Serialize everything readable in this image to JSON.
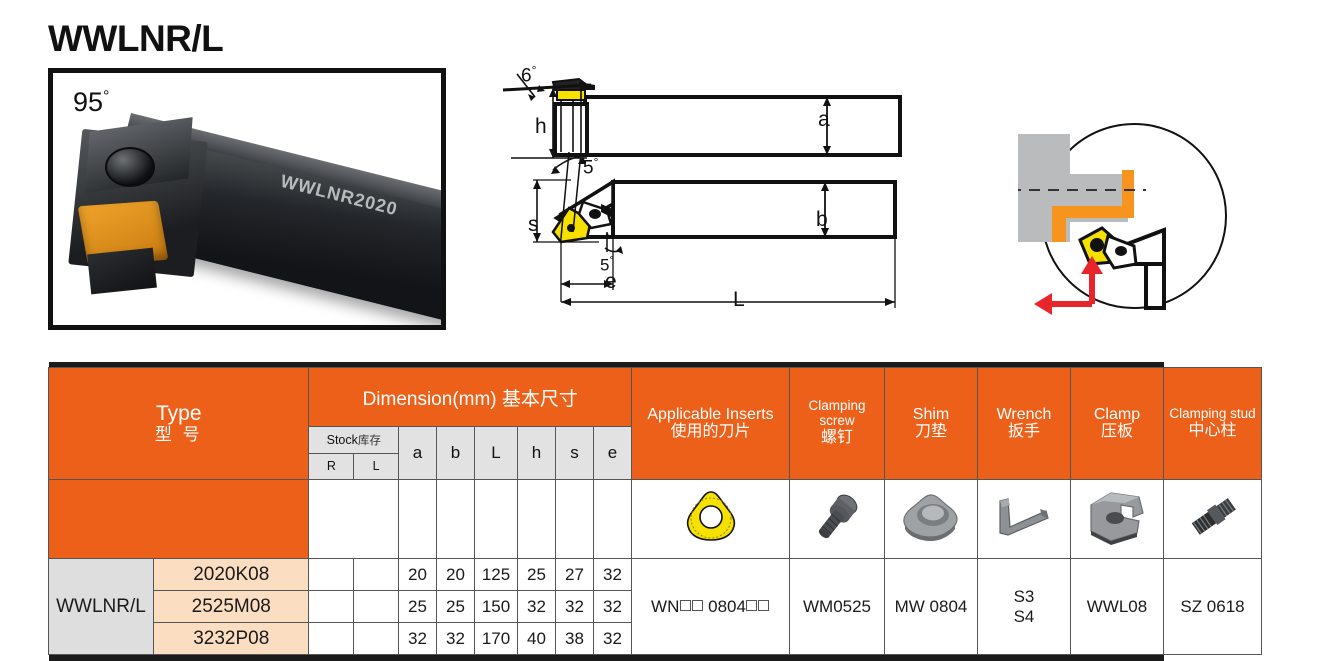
{
  "title": "WWLNR/L",
  "photo": {
    "angle_label": "95",
    "angle_unit": "°",
    "engraving": "WWLNR2020"
  },
  "drawing": {
    "side_view": {
      "rake_angle": "6",
      "height_label": "h",
      "shank_height_label": "a"
    },
    "plan_view": {
      "lead_angle_top": "5",
      "lead_angle_bottom": "5",
      "shank_label": "s",
      "edge_label": "e",
      "width_label": "b",
      "length_label": "L"
    },
    "degree": "°"
  },
  "table": {
    "headers": {
      "type_en": "Type",
      "type_cn": "型 号",
      "dimension": "Dimension(mm) 基本尺寸",
      "stock_en": "Stock",
      "stock_cn": "库存",
      "stock_r": "R",
      "stock_l": "L",
      "dim_cols": [
        "a",
        "b",
        "L",
        "h",
        "s",
        "e"
      ],
      "inserts_en": "Applicable Inserts",
      "inserts_cn": "使用的刀片",
      "screw_en": "Clamping screw",
      "screw_cn": "螺钉",
      "shim_en": "Shim",
      "shim_cn": "刀垫",
      "wrench_en": "Wrench",
      "wrench_cn": "扳手",
      "clamp_en": "Clamp",
      "clamp_cn": "压板",
      "stud_en": "Clamping stud",
      "stud_cn": "中心柱"
    },
    "icons": {
      "insert": "trigon-insert-icon",
      "screw": "clamping-screw-icon",
      "shim": "shim-icon",
      "wrench": "hex-wrench-icon",
      "clamp": "clamp-icon",
      "stud": "clamping-stud-icon"
    },
    "type_prefix": "WWLNR/L",
    "rows": [
      {
        "code": "2020K08",
        "r": "",
        "l": "",
        "a": "20",
        "b": "20",
        "L": "125",
        "h": "25",
        "s": "27",
        "e": "32"
      },
      {
        "code": "2525M08",
        "r": "",
        "l": "",
        "a": "25",
        "b": "25",
        "L": "150",
        "h": "32",
        "s": "32",
        "e": "32"
      },
      {
        "code": "3232P08",
        "r": "",
        "l": "",
        "a": "32",
        "b": "32",
        "L": "170",
        "h": "40",
        "s": "38",
        "e": "32"
      }
    ],
    "accessories": {
      "insert_code_pre": "WN",
      "insert_code_mid": "0804",
      "screw_code": "WM0525",
      "shim_code": "MW 0804",
      "wrench_code_1": "S3",
      "wrench_code_2": "S4",
      "clamp_code": "WWL08",
      "stud_code": "SZ 0618"
    }
  },
  "colors": {
    "orange": "#EC6019",
    "peach": "#FBDEC2",
    "gray": "#DEDEDE",
    "subhead": "#E2E2E2",
    "insert_yellow": "#F5E000",
    "machined_orange": "#F7941E",
    "arrow_red": "#E8252A"
  }
}
